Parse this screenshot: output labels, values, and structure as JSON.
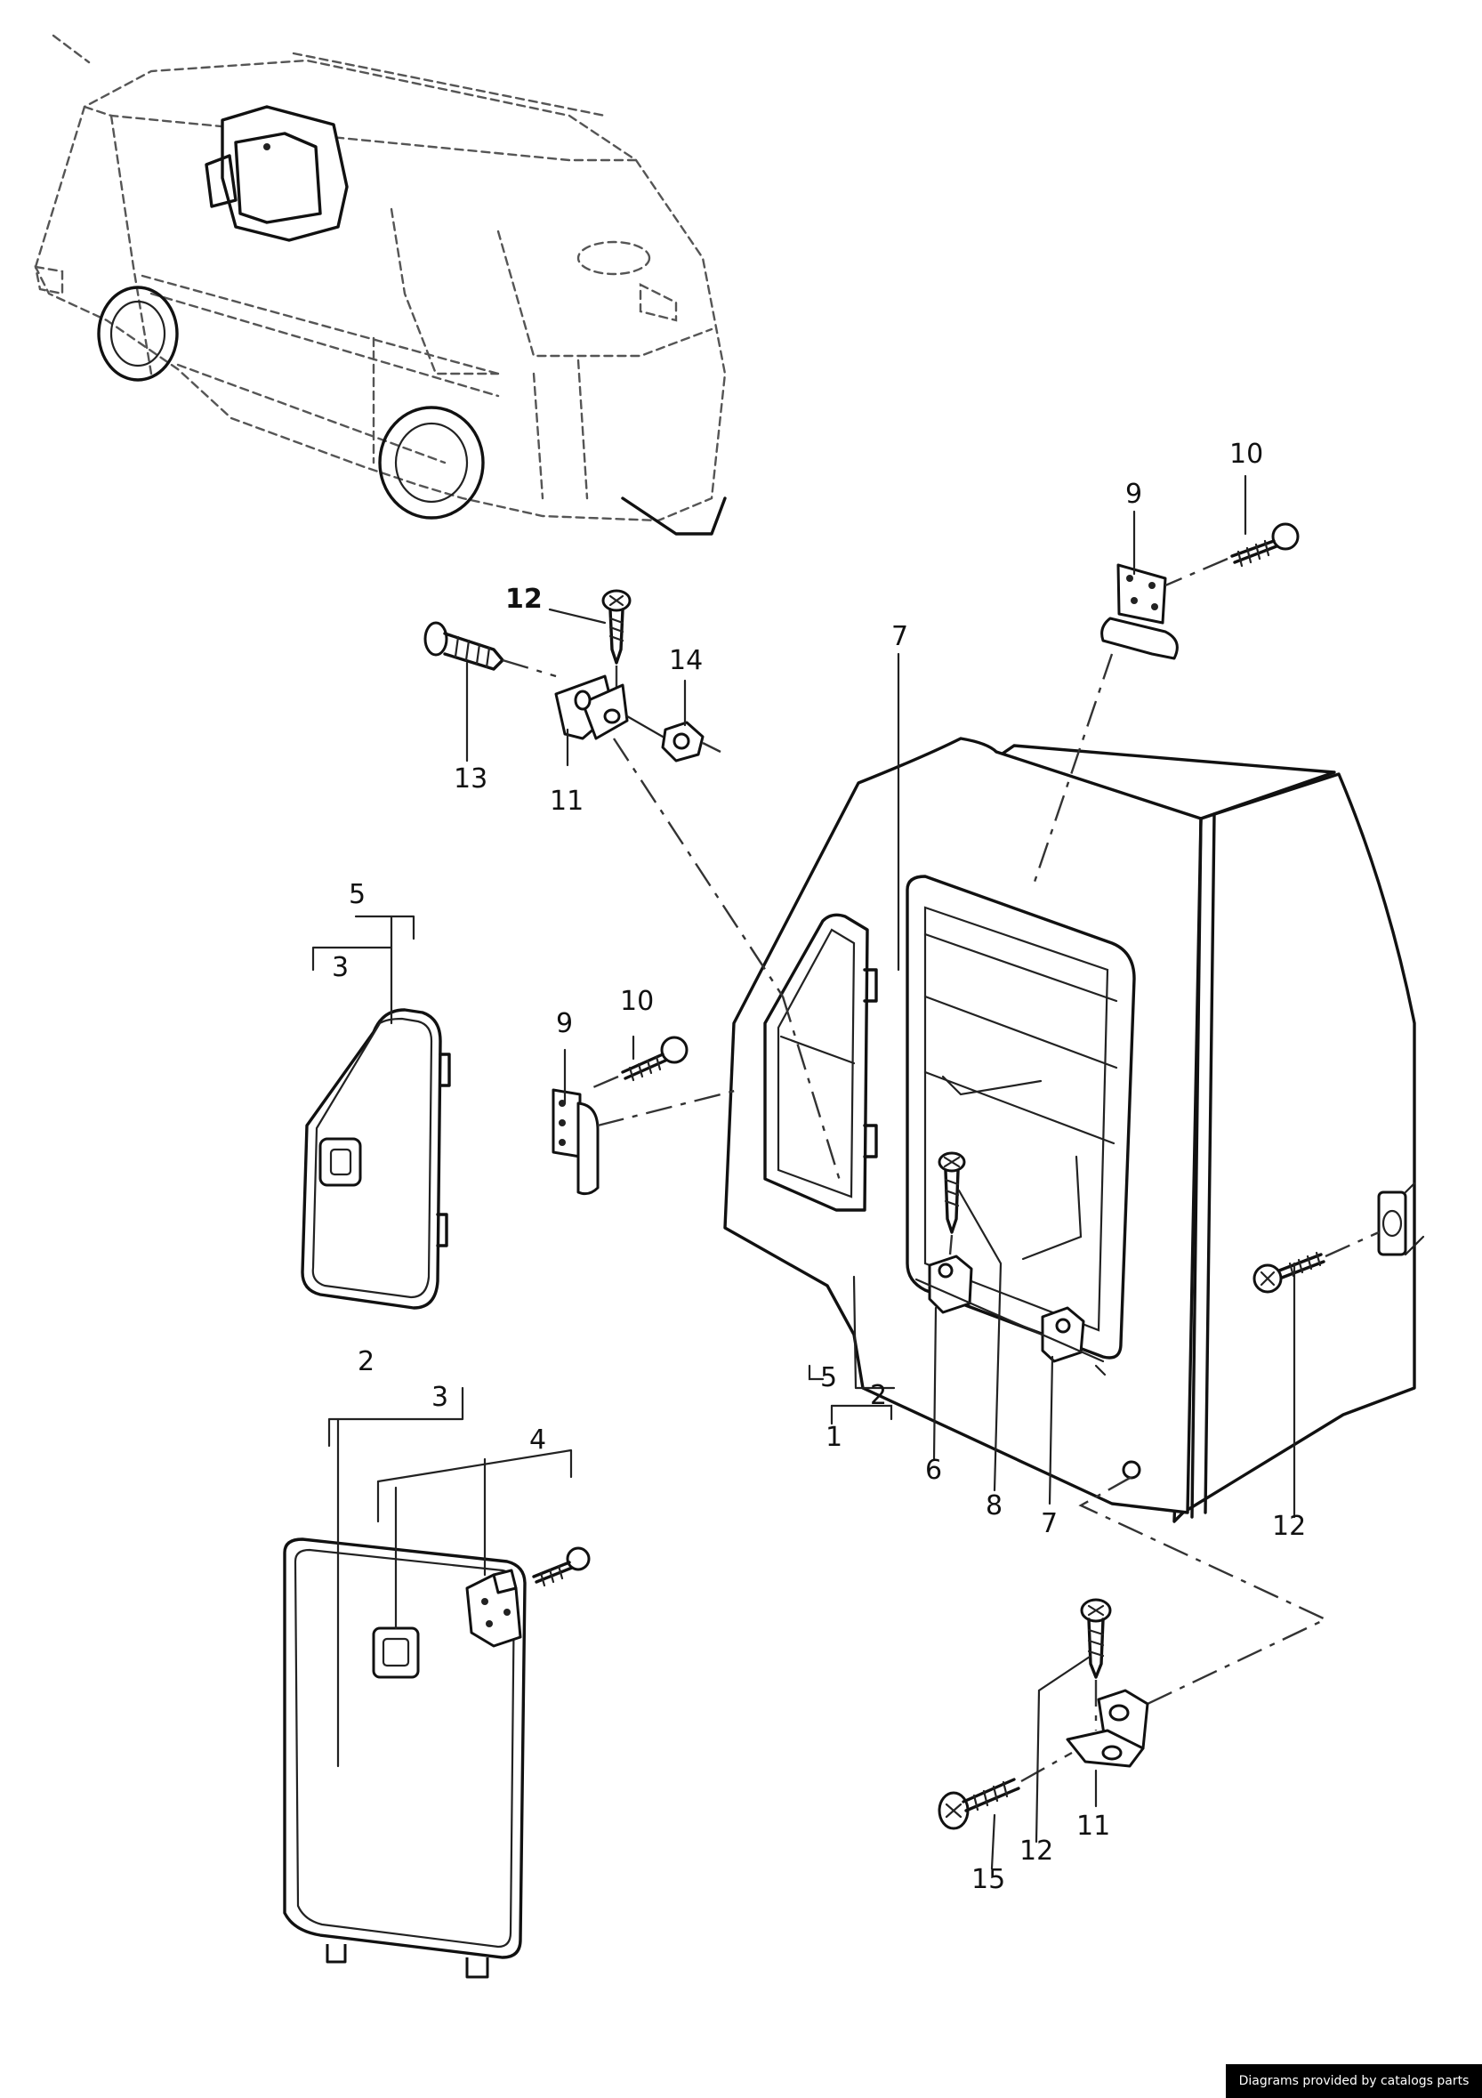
{
  "labels": {
    "van_box": {
      "p7a": "7",
      "p1": "1",
      "p2": "2",
      "p5": "5",
      "p6": "6",
      "p8": "8",
      "p7b": "7",
      "p12": "12"
    },
    "top_hinge": {
      "p9": "9",
      "p10": "10"
    },
    "upper_bracket": {
      "p12": "12",
      "p13": "13",
      "p14": "14",
      "p11": "11"
    },
    "small_door": {
      "p5": "5",
      "p3": "3"
    },
    "side_hinge": {
      "p9": "9",
      "p10": "10"
    },
    "large_door": {
      "p2": "2",
      "p3": "3",
      "p4": "4"
    },
    "lower_bracket": {
      "p12": "12",
      "p11": "11",
      "p15": "15"
    }
  },
  "credit": "Diagrams provided by catalogs parts"
}
